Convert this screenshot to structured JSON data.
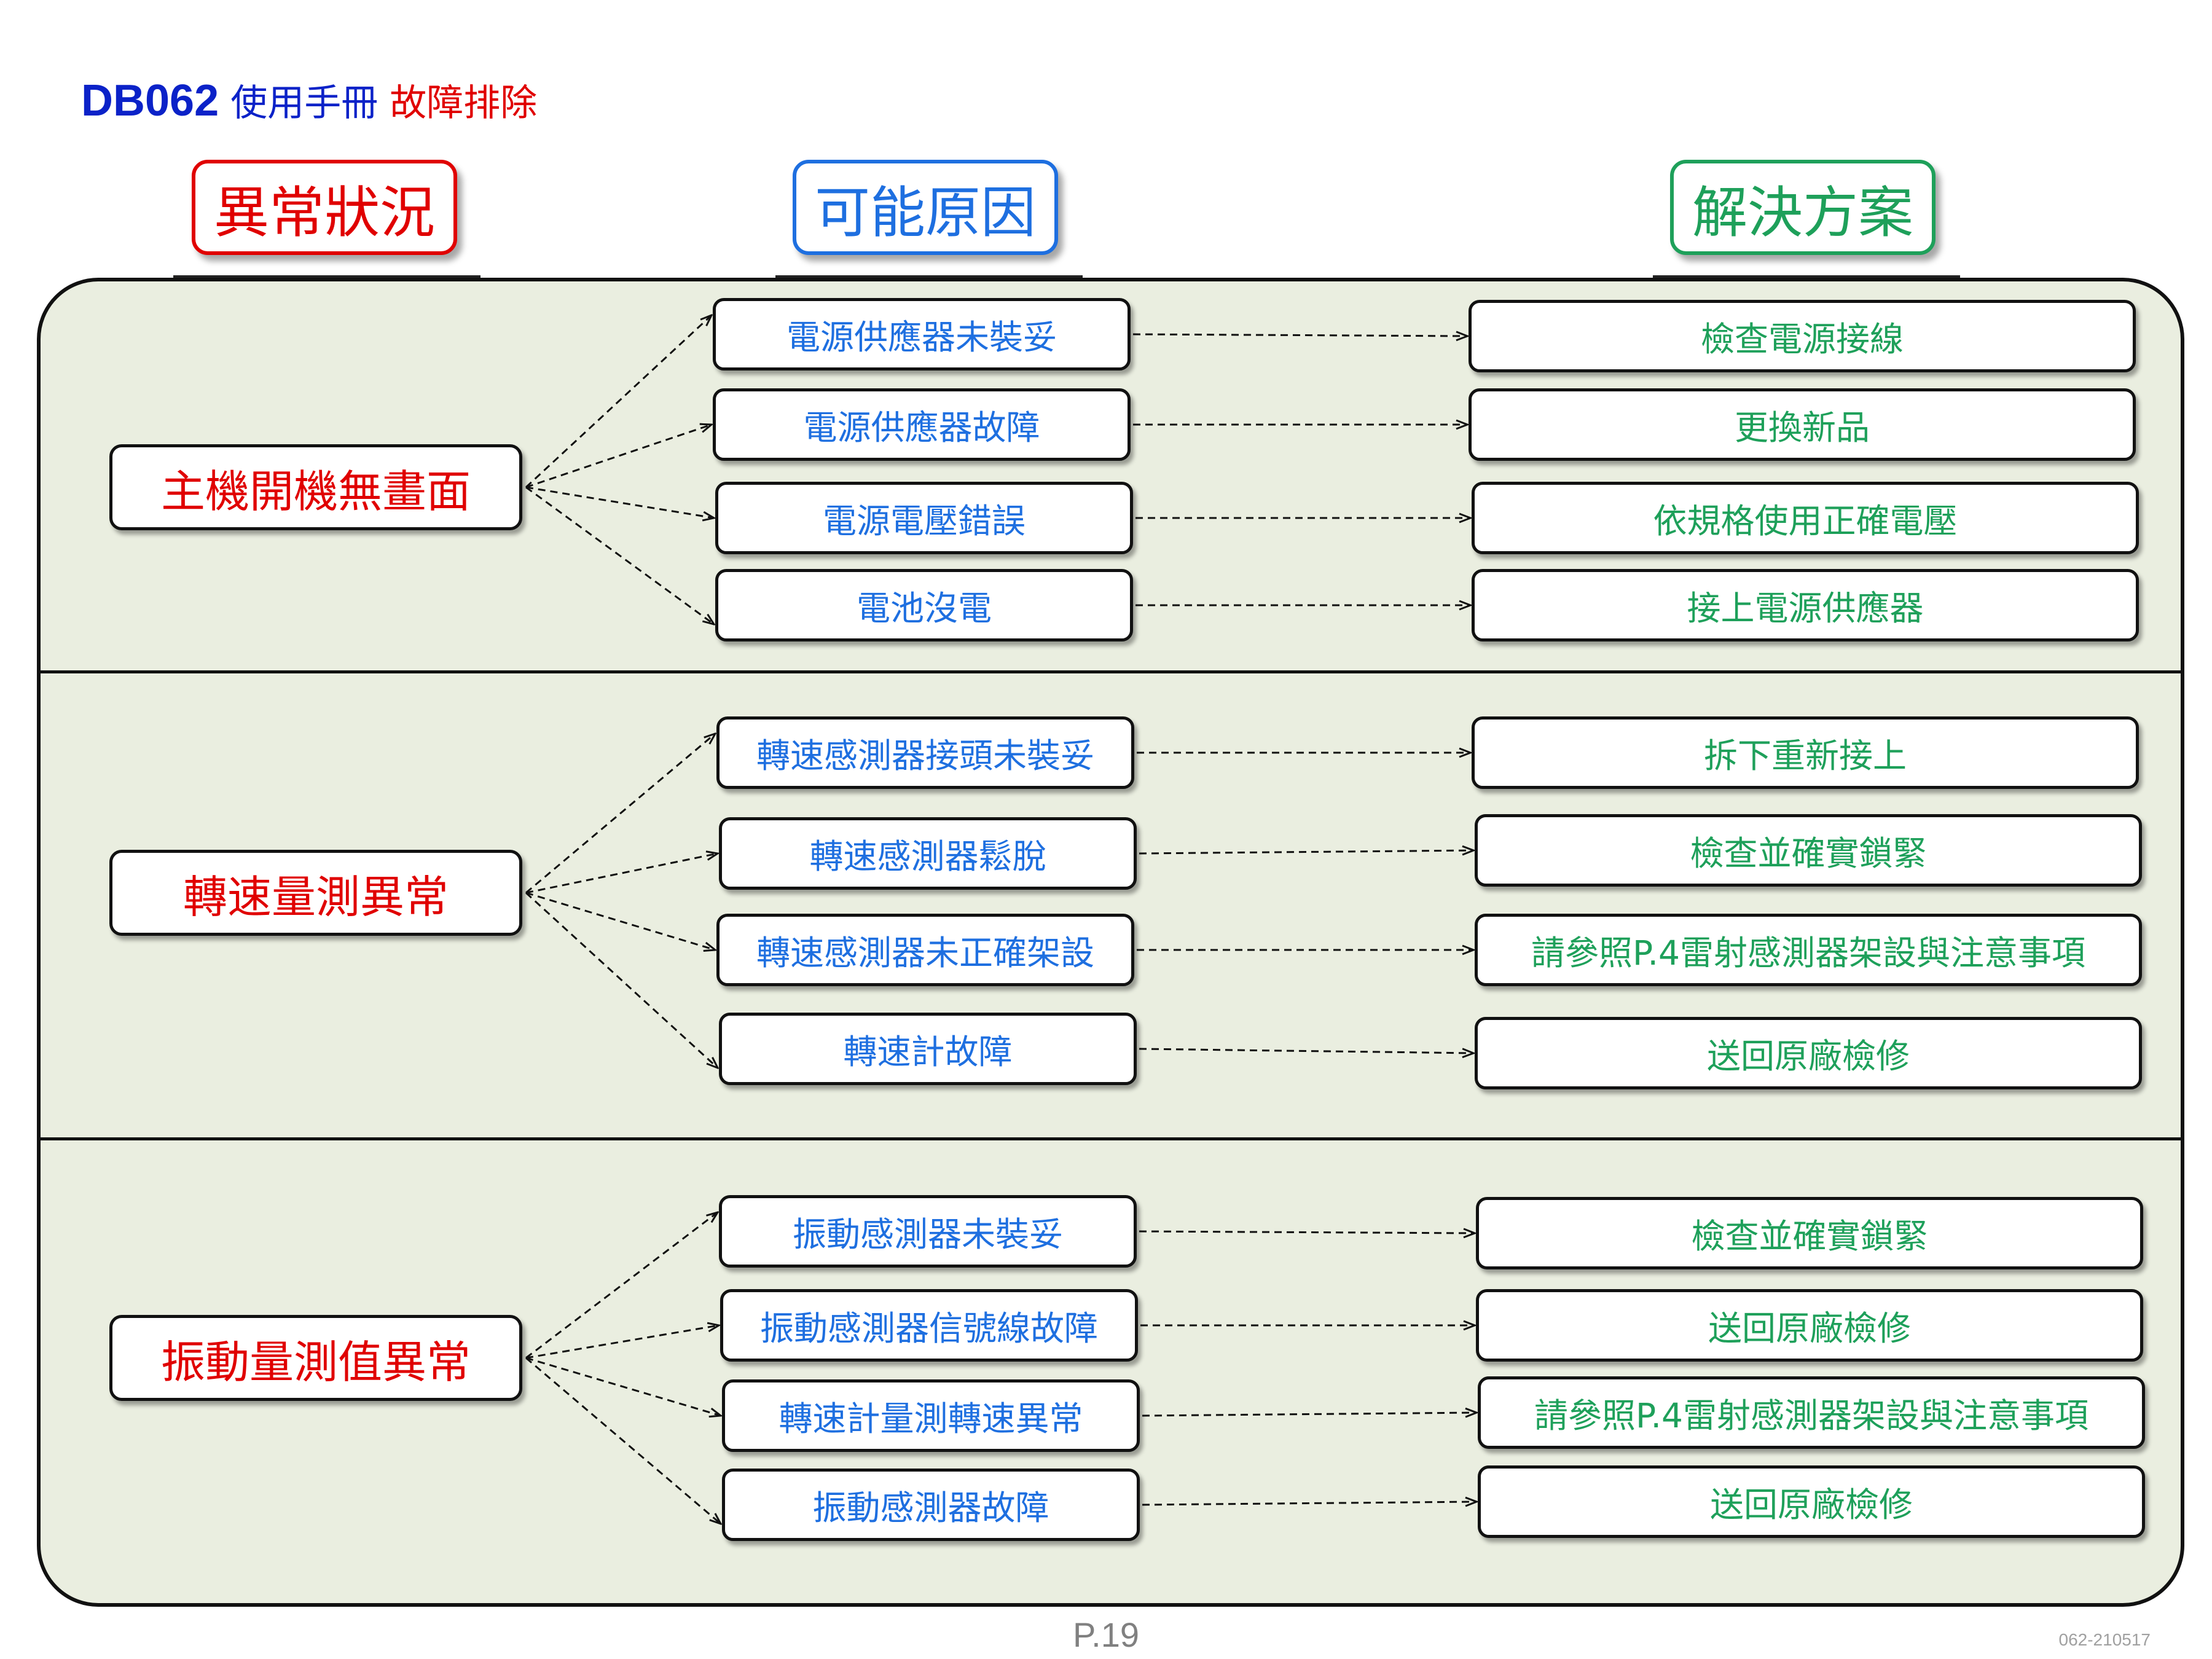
{
  "title": {
    "model": "DB062",
    "manual": "使用手冊",
    "section": "故障排除"
  },
  "headers": {
    "symptom": "異常狀況",
    "cause": "可能原因",
    "solution": "解決方案"
  },
  "groups": [
    {
      "symptom": "主機開機無畫面",
      "rows": [
        {
          "cause": "電源供應器未裝妥",
          "solution": "檢查電源接線"
        },
        {
          "cause": "電源供應器故障",
          "solution": "更換新品"
        },
        {
          "cause": "電源電壓錯誤",
          "solution": "依規格使用正確電壓"
        },
        {
          "cause": "電池沒電",
          "solution": "接上電源供應器"
        }
      ]
    },
    {
      "symptom": "轉速量測異常",
      "rows": [
        {
          "cause": "轉速感測器接頭未裝妥",
          "solution": "拆下重新接上"
        },
        {
          "cause": "轉速感測器鬆脫",
          "solution": "檢查並確實鎖緊"
        },
        {
          "cause": "轉速感測器未正確架設",
          "solution": "請參照P.4雷射感測器架設與注意事項"
        },
        {
          "cause": "轉速計故障",
          "solution": "送回原廠檢修"
        }
      ]
    },
    {
      "symptom": "振動量測值異常",
      "rows": [
        {
          "cause": "振動感測器未裝妥",
          "solution": "檢查並確實鎖緊"
        },
        {
          "cause": "振動感測器信號線故障",
          "solution": "送回原廠檢修"
        },
        {
          "cause": "轉速計量測轉速異常",
          "solution": "請參照P.4雷射感測器架設與注意事項"
        },
        {
          "cause": "振動感測器故障",
          "solution": "送回原廠檢修"
        }
      ]
    }
  ],
  "footer": {
    "page": "P.19",
    "code": "062-210517"
  }
}
